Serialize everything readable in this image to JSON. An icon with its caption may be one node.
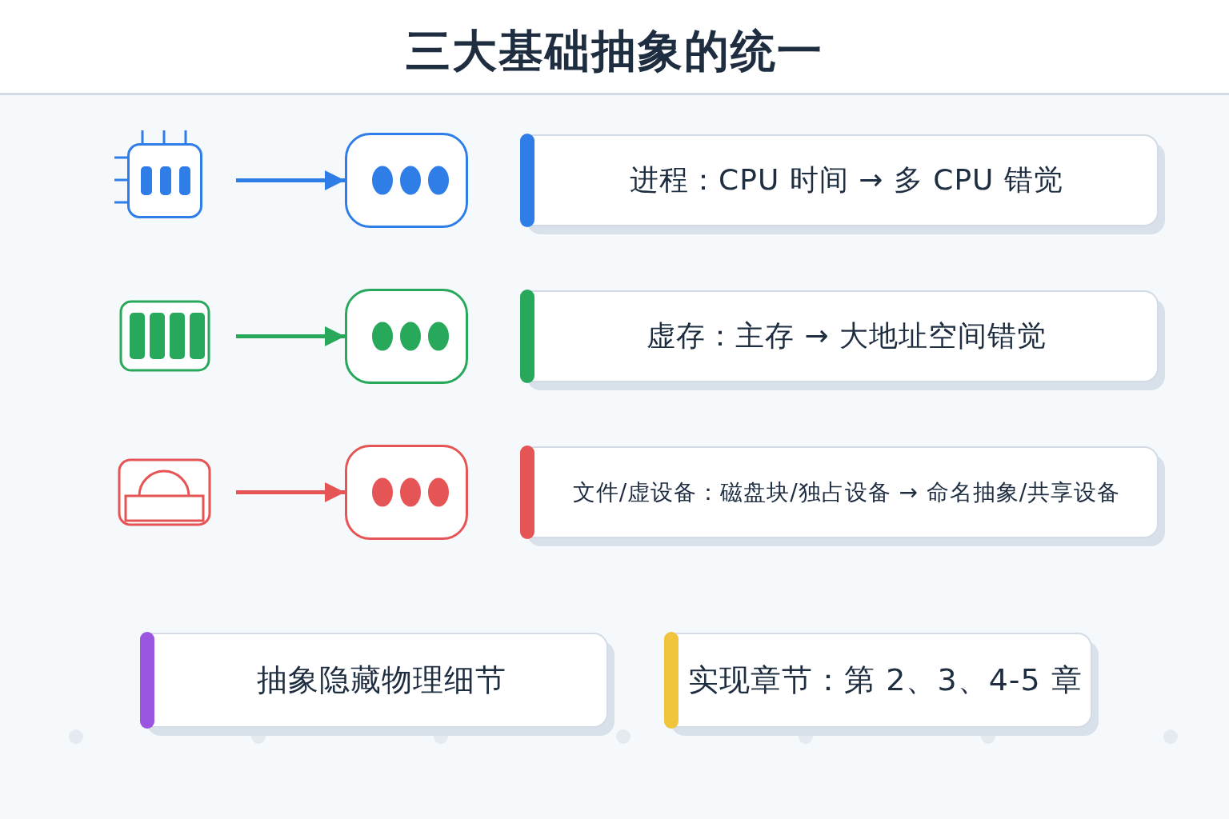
{
  "diagram": {
    "title": "三大基础抽象的统一",
    "nodes": [
      {
        "text": [],
        "shape": "chip"
      },
      {
        "text": [],
        "shape": "box"
      },
      {
        "text": [],
        "shape": "memory"
      },
      {
        "text": [],
        "shape": "box"
      },
      {
        "text": [],
        "shape": "drive"
      },
      {
        "text": [],
        "shape": "box"
      },
      {
        "text": [
          "进程：CPU 时间 → 多 CPU 错觉"
        ]
      },
      {
        "text": [
          "虚存：主存 → 大地址空间错觉"
        ]
      },
      {
        "text": [
          "文件/虚设备：磁盘块/独占设备 → 命名抽象/共享设备"
        ]
      },
      {
        "text": [
          "抽象隐藏物理细节"
        ]
      },
      {
        "text": [
          "实现章节：第 2、3、4-5 章"
        ]
      }
    ],
    "edges": [
      {
        "from": 0,
        "to": 1,
        "arrow": "to",
        "color": "#2f7de6"
      },
      {
        "from": 2,
        "to": 3,
        "arrow": "to",
        "color": "#27a85a"
      },
      {
        "from": 4,
        "to": 5,
        "arrow": "to",
        "color": "#e65555"
      }
    ]
  }
}
